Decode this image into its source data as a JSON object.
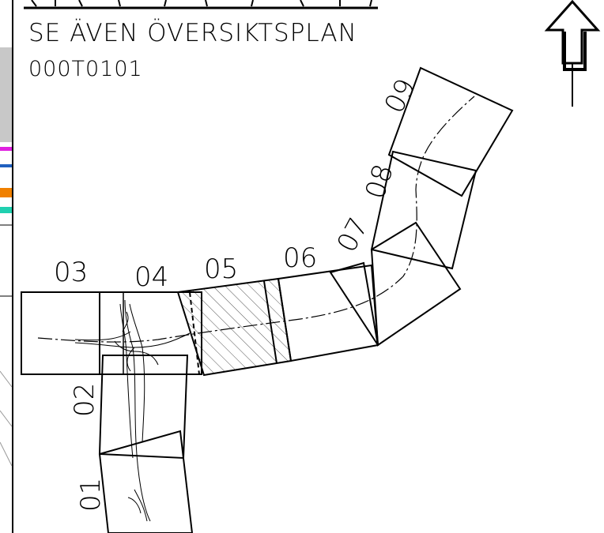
{
  "header": {
    "see_also": "SE ÄVEN ÖVERSIKTSPLAN",
    "code": "000T0101"
  },
  "sheets": [
    {
      "id": "sheet-01",
      "label": "01"
    },
    {
      "id": "sheet-02",
      "label": "02"
    },
    {
      "id": "sheet-03",
      "label": "03"
    },
    {
      "id": "sheet-04",
      "label": "04"
    },
    {
      "id": "sheet-05",
      "label": "05"
    },
    {
      "id": "sheet-06",
      "label": "06"
    },
    {
      "id": "sheet-07",
      "label": "07"
    },
    {
      "id": "sheet-08",
      "label": "08"
    },
    {
      "id": "sheet-09",
      "label": "09"
    }
  ],
  "colors": {
    "line": "#000000",
    "strip_magenta": "#e020e0",
    "strip_blue": "#2060c0",
    "strip_orange": "#f08000",
    "strip_teal": "#20d0b0",
    "strip_gray": "#c8c8c8"
  },
  "icons": {
    "north_arrow": "north-arrow-icon"
  }
}
